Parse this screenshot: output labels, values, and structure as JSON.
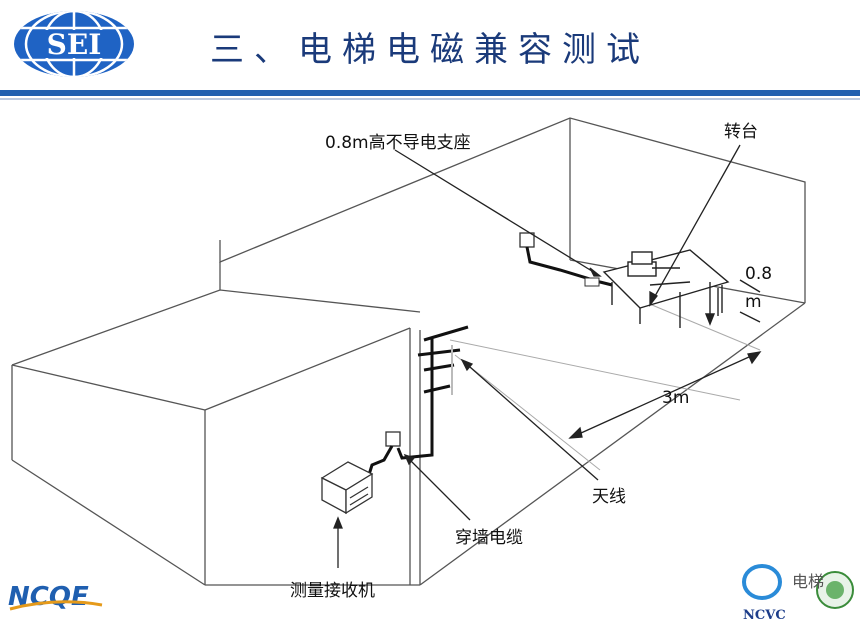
{
  "header": {
    "title": "三、电梯电磁兼容测试",
    "logo_text": "SEI"
  },
  "labels": {
    "support": "0.8m高不导电支座",
    "turntable": "转台",
    "height_value": "0.8",
    "height_unit": "m",
    "distance": "3m",
    "antenna": "天线",
    "wall_cable": "穿墙电缆",
    "receiver": "测量接收机"
  },
  "footer": {
    "left_logo_text": "NCQE",
    "right_logo_text": "NCVC",
    "watermark_text": "电梯"
  },
  "colors": {
    "brand_blue": "#1f5fb0",
    "title_blue": "#1a3a7a"
  }
}
